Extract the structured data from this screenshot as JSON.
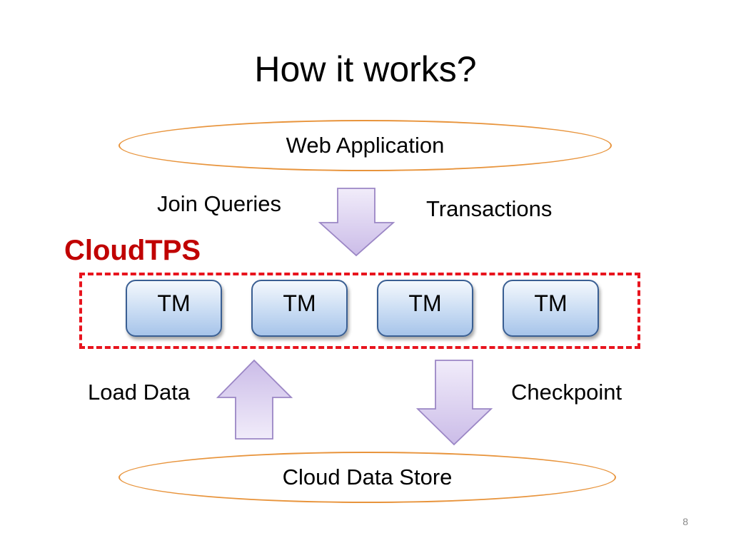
{
  "slide": {
    "title": "How it works?",
    "page_number": "8"
  },
  "diagram": {
    "top_node": "Web Application",
    "bottom_node": "Cloud Data Store",
    "system_name": "CloudTPS",
    "tm_nodes": [
      "TM",
      "TM",
      "TM",
      "TM"
    ],
    "edge_labels": {
      "join_queries": "Join Queries",
      "transactions": "Transactions",
      "load_data": "Load Data",
      "checkpoint": "Checkpoint"
    },
    "colors": {
      "ellipse_border": "#e8943c",
      "system_name": "#c00000",
      "dashed_border": "#e8141e",
      "tm_border": "#3a5f93",
      "arrow_fill": "#d9ccee",
      "arrow_stroke": "#9b86c5"
    }
  }
}
